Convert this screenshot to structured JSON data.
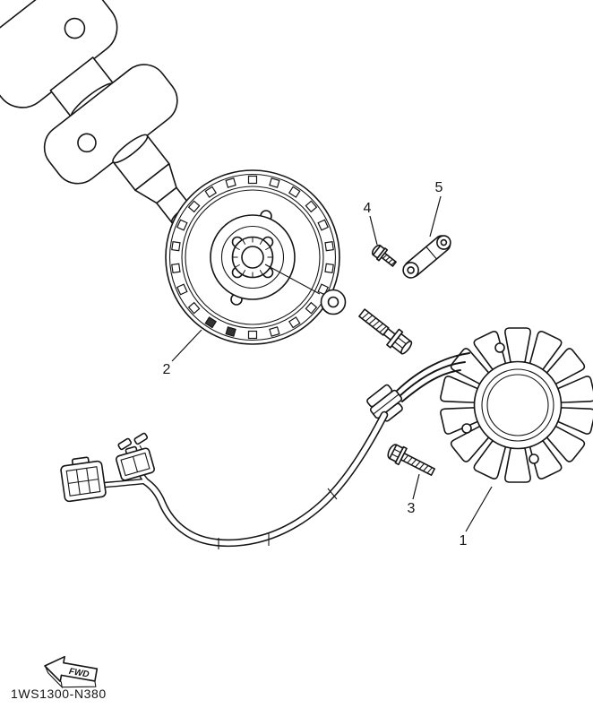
{
  "colors": {
    "ink": "#151515",
    "paper": "#ffffff"
  },
  "diagram": {
    "part_code": "1WS1300-N380",
    "fwd_label": "FWD",
    "callouts": [
      {
        "label": "1"
      },
      {
        "label": "2"
      },
      {
        "label": "3"
      },
      {
        "label": "4"
      },
      {
        "label": "5"
      }
    ]
  }
}
